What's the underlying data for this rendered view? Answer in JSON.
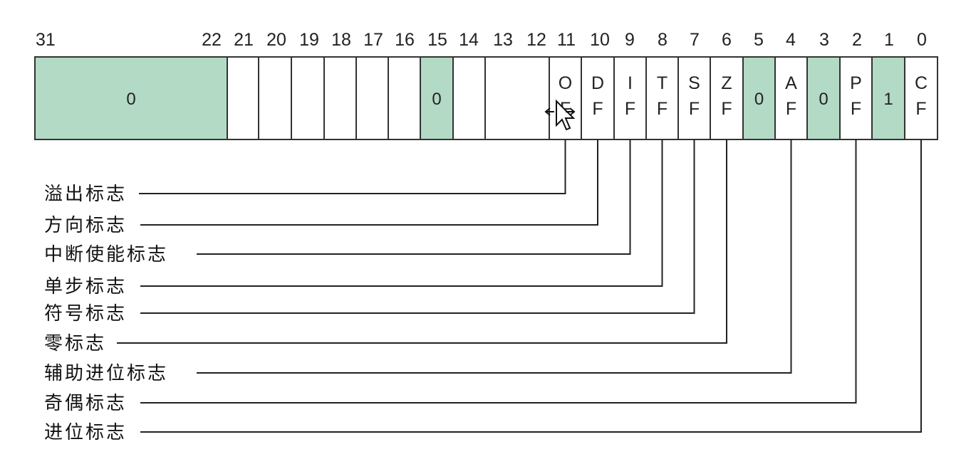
{
  "register": {
    "high_bits": {
      "from": "31",
      "to": "22",
      "value": "0",
      "reserved": true
    },
    "bit_numbers": [
      "21",
      "20",
      "19",
      "18",
      "17",
      "16",
      "15",
      "14",
      "13",
      "12",
      "11",
      "10",
      "9",
      "8",
      "7",
      "6",
      "5",
      "4",
      "3",
      "2",
      "1",
      "0"
    ],
    "cells": [
      {
        "bit": "21",
        "text": "",
        "reserved": false
      },
      {
        "bit": "20",
        "text": "",
        "reserved": false
      },
      {
        "bit": "19",
        "text": "",
        "reserved": false
      },
      {
        "bit": "18",
        "text": "",
        "reserved": false
      },
      {
        "bit": "17",
        "text": "",
        "reserved": false
      },
      {
        "bit": "16",
        "text": "",
        "reserved": false
      },
      {
        "bit": "15",
        "text": "0",
        "reserved": true
      },
      {
        "bit": "14",
        "text": "",
        "reserved": false
      },
      {
        "bit": "13-12",
        "text": "",
        "reserved": false
      },
      {
        "bit": "11",
        "flag": "OF",
        "letters": [
          "O",
          "F"
        ],
        "reserved": false
      },
      {
        "bit": "10",
        "flag": "DF",
        "letters": [
          "D",
          "F"
        ],
        "reserved": false
      },
      {
        "bit": "9",
        "flag": "IF",
        "letters": [
          "I",
          "F"
        ],
        "reserved": false
      },
      {
        "bit": "8",
        "flag": "TF",
        "letters": [
          "T",
          "F"
        ],
        "reserved": false
      },
      {
        "bit": "7",
        "flag": "SF",
        "letters": [
          "S",
          "F"
        ],
        "reserved": false
      },
      {
        "bit": "6",
        "flag": "ZF",
        "letters": [
          "Z",
          "F"
        ],
        "reserved": false
      },
      {
        "bit": "5",
        "text": "0",
        "reserved": true
      },
      {
        "bit": "4",
        "flag": "AF",
        "letters": [
          "A",
          "F"
        ],
        "reserved": false
      },
      {
        "bit": "3",
        "text": "0",
        "reserved": true
      },
      {
        "bit": "2",
        "flag": "PF",
        "letters": [
          "P",
          "F"
        ],
        "reserved": false
      },
      {
        "bit": "1",
        "text": "1",
        "reserved": true
      },
      {
        "bit": "0",
        "flag": "CF",
        "letters": [
          "C",
          "F"
        ],
        "reserved": false
      }
    ]
  },
  "flag_labels": [
    {
      "flag": "OF",
      "label": "溢出标志"
    },
    {
      "flag": "DF",
      "label": "方向标志"
    },
    {
      "flag": "IF",
      "label": "中断使能标志"
    },
    {
      "flag": "TF",
      "label": "单步标志"
    },
    {
      "flag": "SF",
      "label": "符号标志"
    },
    {
      "flag": "ZF",
      "label": "零标志"
    },
    {
      "flag": "AF",
      "label": "辅助进位标志"
    },
    {
      "flag": "PF",
      "label": "奇偶标志"
    },
    {
      "flag": "CF",
      "label": "进位标志"
    }
  ],
  "colors": {
    "reserved_fill": "#b2dac4",
    "border": "#333333",
    "line": "#222222"
  }
}
